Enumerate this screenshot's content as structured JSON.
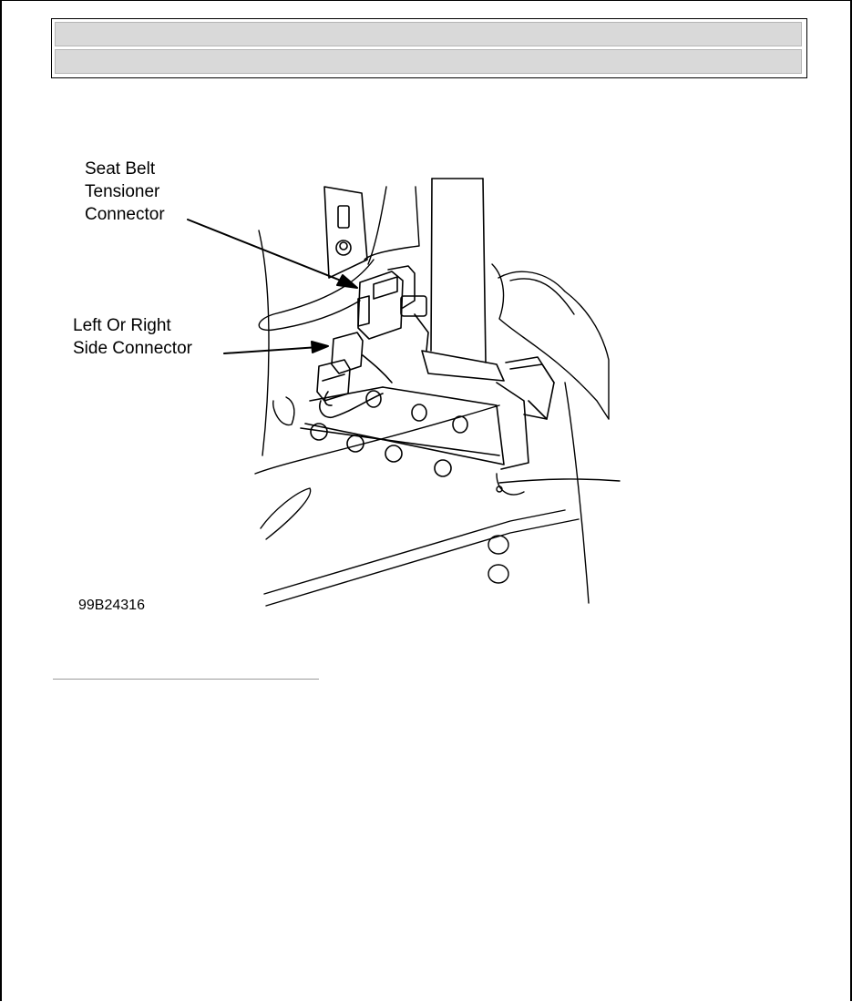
{
  "header": {
    "title_bar_text": "",
    "subtitle_bar_text": ""
  },
  "figure": {
    "callouts": {
      "seat_belt_tensioner": "Seat Belt\nTensioner\nConnector",
      "side_connector": "Left Or Right\nSide Connector"
    },
    "figure_id": "99B24316"
  }
}
